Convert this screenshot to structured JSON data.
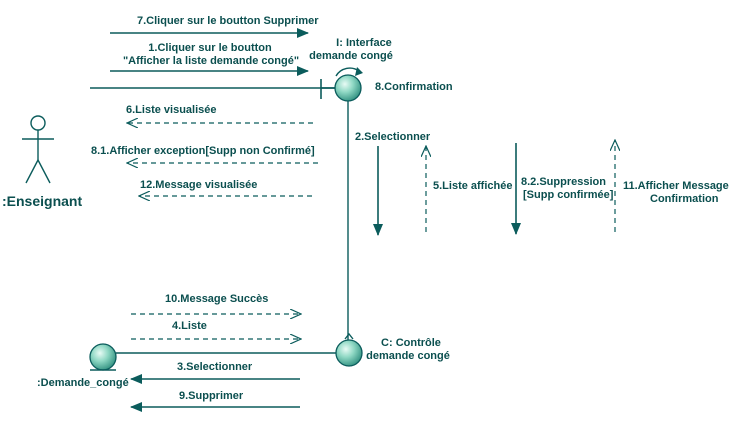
{
  "actor": {
    "name": ":Enseignant"
  },
  "objects": {
    "interface": {
      "line1": "I: Interface",
      "line2": "demande congé"
    },
    "controle": {
      "line1": "C: Contrôle",
      "line2": "demande congé"
    },
    "entity": {
      "name": ":Demande_congé"
    }
  },
  "messages": {
    "m7": "7.Cliquer sur le boutton Supprimer",
    "m1_line1": "1.Cliquer sur le boutton",
    "m1_line2": "\"Afficher la liste demande congé\"",
    "m8": "8.Confirmation",
    "m6": "6.Liste visualisée",
    "m81": "8.1.Afficher exception[Supp non Confirmé]",
    "m12": "12.Message visualisée",
    "m2": "2.Selectionner",
    "m5": "5.Liste affichée",
    "m82_line1": "8.2.Suppression",
    "m82_line2": "[Supp confirmée]",
    "m11_line1": "11.Afficher Message",
    "m11_line2": "Confirmation",
    "m10": "10.Message Succès",
    "m4": "4.Liste",
    "m3": "3.Selectionner",
    "m9": "9.Supprimer"
  },
  "colors": {
    "line": "#0b5c5c",
    "text": "#0b4f4f",
    "object_fill": "#7fd1bd"
  }
}
